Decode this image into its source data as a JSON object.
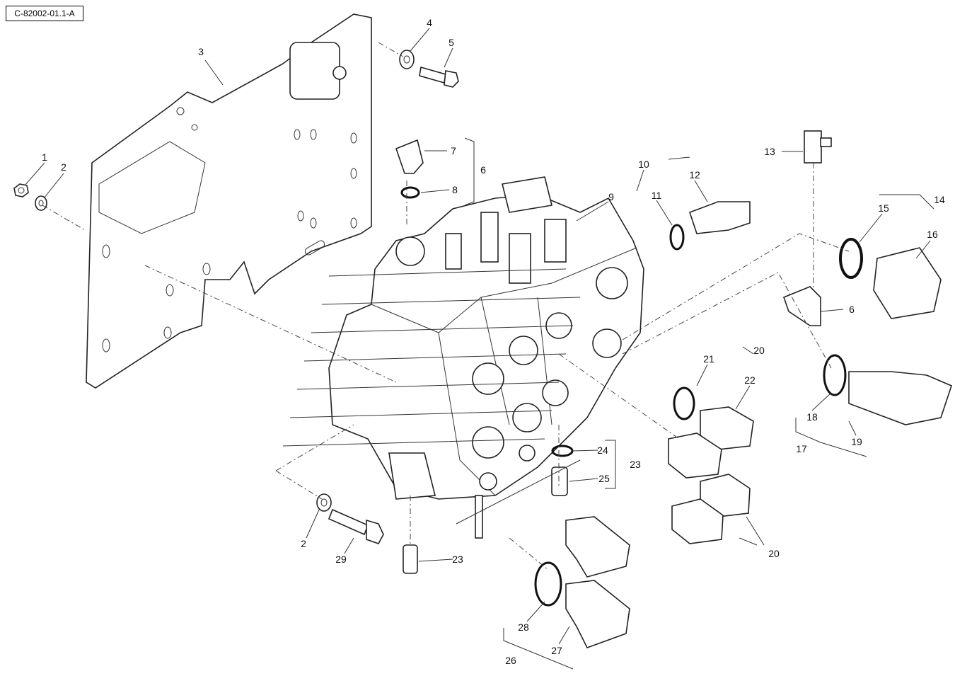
{
  "diagram": {
    "reference_code": "C-82002-01.1-A",
    "callouts": [
      "1",
      "2",
      "3",
      "4",
      "5",
      "7",
      "6",
      "8",
      "9",
      "10",
      "11",
      "12",
      "13",
      "14",
      "15",
      "16",
      "6",
      "20",
      "21",
      "22",
      "18",
      "19",
      "17",
      "24",
      "23",
      "25",
      "2",
      "29",
      "23",
      "20",
      "28",
      "27",
      "26"
    ]
  }
}
